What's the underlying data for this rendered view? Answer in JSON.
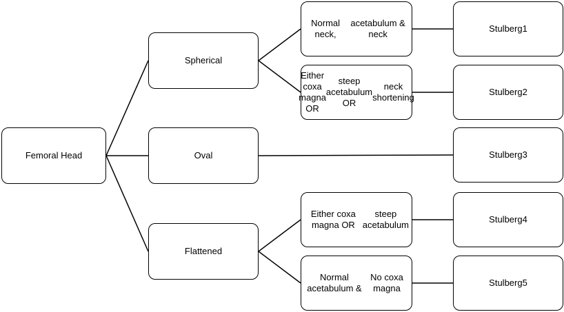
{
  "diagram": {
    "nodes": {
      "femoral_head": {
        "lines": [
          "Femoral Head"
        ]
      },
      "spherical": {
        "lines": [
          "Spherical"
        ]
      },
      "oval": {
        "lines": [
          "Oval"
        ]
      },
      "flattened": {
        "lines": [
          "Flattened"
        ]
      },
      "normal_neck": {
        "lines": [
          "Normal neck,",
          "acetabulum & neck"
        ]
      },
      "coxa_steep_neck": {
        "lines": [
          "Either coxa magna OR",
          "steep acetabulum OR",
          "neck shortening"
        ]
      },
      "coxa_steep": {
        "lines": [
          "Either coxa magna OR",
          "steep acetabulum"
        ]
      },
      "normal_acet": {
        "lines": [
          "Normal acetabulum &",
          "No coxa magna"
        ]
      },
      "stulberg1": {
        "lines": [
          "Stulberg1"
        ]
      },
      "stulberg2": {
        "lines": [
          "Stulberg2"
        ]
      },
      "stulberg3": {
        "lines": [
          "Stulberg3"
        ]
      },
      "stulberg4": {
        "lines": [
          "Stulberg4"
        ]
      },
      "stulberg5": {
        "lines": [
          "Stulberg5"
        ]
      }
    },
    "edges": [
      {
        "from": "femoral_head",
        "to": "spherical"
      },
      {
        "from": "femoral_head",
        "to": "oval"
      },
      {
        "from": "femoral_head",
        "to": "flattened"
      },
      {
        "from": "spherical",
        "to": "normal_neck"
      },
      {
        "from": "spherical",
        "to": "coxa_steep_neck"
      },
      {
        "from": "oval",
        "to": "stulberg3"
      },
      {
        "from": "flattened",
        "to": "coxa_steep"
      },
      {
        "from": "flattened",
        "to": "normal_acet"
      },
      {
        "from": "normal_neck",
        "to": "stulberg1"
      },
      {
        "from": "coxa_steep_neck",
        "to": "stulberg2"
      },
      {
        "from": "coxa_steep",
        "to": "stulberg4"
      },
      {
        "from": "normal_acet",
        "to": "stulberg5"
      }
    ],
    "colors": {
      "stroke": "#000000",
      "fill": "#ffffff",
      "text": "#000000"
    }
  }
}
